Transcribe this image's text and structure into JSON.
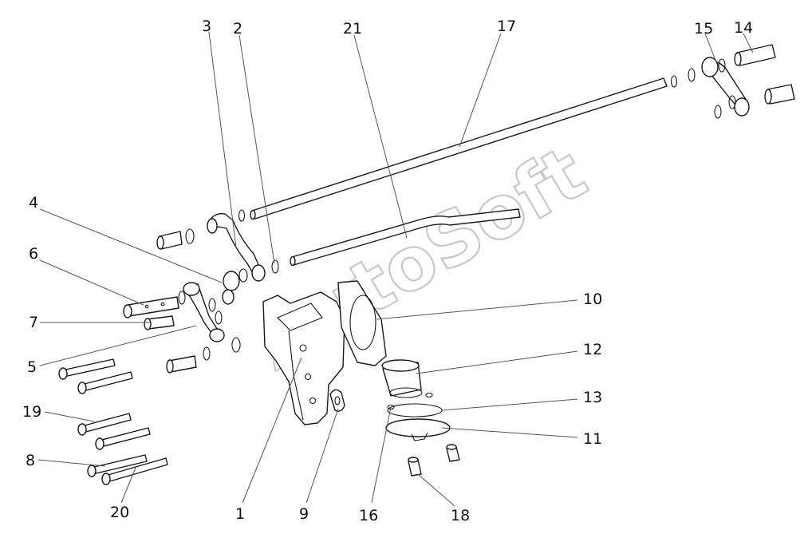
{
  "diagram": {
    "watermark": "AutoSoft",
    "callouts": [
      {
        "id": "c1",
        "label": "1"
      },
      {
        "id": "c2",
        "label": "2"
      },
      {
        "id": "c3",
        "label": "3"
      },
      {
        "id": "c4",
        "label": "4"
      },
      {
        "id": "c5",
        "label": "5"
      },
      {
        "id": "c6",
        "label": "6"
      },
      {
        "id": "c7",
        "label": "7"
      },
      {
        "id": "c8",
        "label": "8"
      },
      {
        "id": "c9",
        "label": "9"
      },
      {
        "id": "c10",
        "label": "10"
      },
      {
        "id": "c11",
        "label": "11"
      },
      {
        "id": "c12",
        "label": "12"
      },
      {
        "id": "c13",
        "label": "13"
      },
      {
        "id": "c14",
        "label": "14"
      },
      {
        "id": "c15",
        "label": "15"
      },
      {
        "id": "c16",
        "label": "16"
      },
      {
        "id": "c17",
        "label": "17"
      },
      {
        "id": "c18",
        "label": "18"
      },
      {
        "id": "c19",
        "label": "19"
      },
      {
        "id": "c20",
        "label": "20"
      },
      {
        "id": "c21",
        "label": "21"
      }
    ]
  }
}
